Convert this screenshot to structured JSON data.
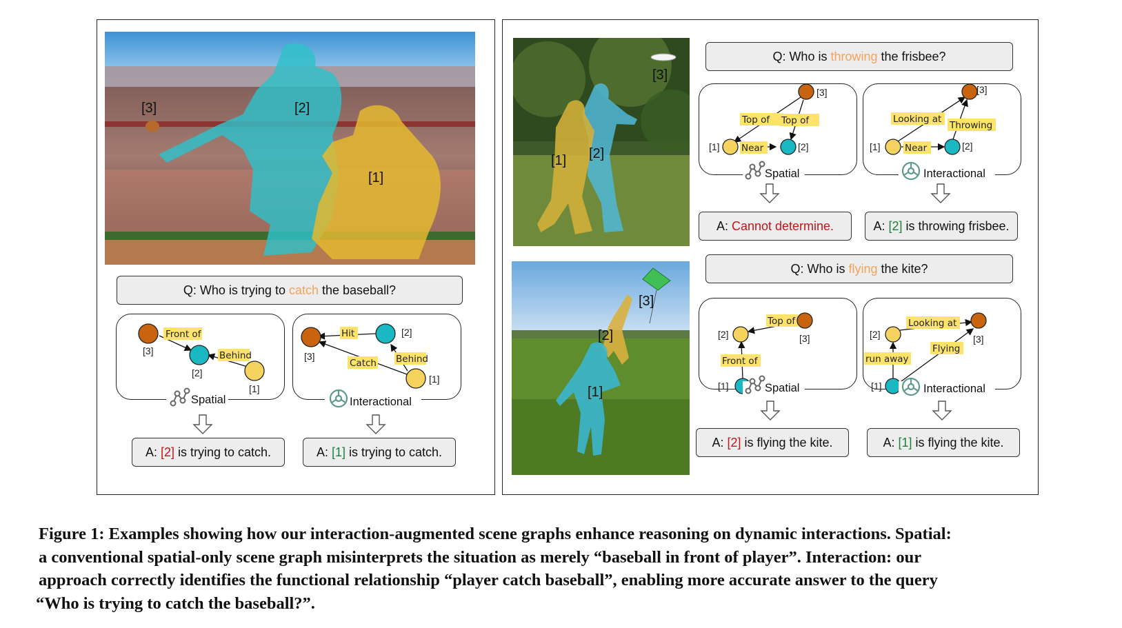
{
  "figure": {
    "left": {
      "photo_labels": [
        "[3]",
        "[2]",
        "[1]"
      ],
      "question": {
        "prefix": "Q: Who is trying to ",
        "highlight": "catch",
        "suffix": " the baseball?"
      },
      "spatial_graph": {
        "title": "Spatial",
        "edges": [
          "Front of",
          "Behind"
        ],
        "nodes": [
          "[3]",
          "[2]",
          "[1]"
        ]
      },
      "interactional_graph": {
        "title": "Interactional",
        "edges": [
          "Hit",
          "Catch",
          "Behind"
        ],
        "nodes": [
          "[3]",
          "[2]",
          "[1]"
        ]
      },
      "answers": [
        {
          "prefix": "A: ",
          "ref": "[2]",
          "suffix": " is trying to catch."
        },
        {
          "prefix": "A: ",
          "ref": "[1]",
          "suffix": " is trying to catch."
        }
      ]
    },
    "right_top": {
      "photo_labels": [
        "[3]",
        "[1]",
        "[2]"
      ],
      "question": {
        "prefix": "Q: Who is ",
        "highlight": "throwing",
        "suffix": " the frisbee?"
      },
      "spatial_graph": {
        "title": "Spatial",
        "edges": [
          "Top of",
          "Top of",
          "Near"
        ],
        "nodes": [
          "[3]",
          "[1]",
          "[2]"
        ]
      },
      "interactional_graph": {
        "title": "Interactional",
        "edges": [
          "Looking at",
          "Throwing",
          "Near"
        ],
        "nodes": [
          "[3]",
          "[1]",
          "[2]"
        ]
      },
      "answers": [
        {
          "prefix": "A: ",
          "ref": "Cannot determine.",
          "suffix": ""
        },
        {
          "prefix": "A: ",
          "ref": "[2]",
          "suffix": " is throwing frisbee."
        }
      ]
    },
    "right_bottom": {
      "photo_labels": [
        "[3]",
        "[2]",
        "[1]"
      ],
      "question": {
        "prefix": "Q: Who is ",
        "highlight": "flying",
        "suffix": " the kite?"
      },
      "spatial_graph": {
        "title": "Spatial",
        "edges": [
          "Top of",
          "Front of"
        ],
        "nodes": [
          "[2]",
          "[3]",
          "[1]"
        ]
      },
      "interactional_graph": {
        "title": "Interactional",
        "edges": [
          "Looking at",
          "Flying",
          "run away"
        ],
        "nodes": [
          "[2]",
          "[3]",
          "[1]"
        ]
      },
      "answers": [
        {
          "prefix": "A: ",
          "ref": "[2]",
          "suffix": " is flying the kite."
        },
        {
          "prefix": "A: ",
          "ref": "[1]",
          "suffix": " is flying the kite."
        }
      ]
    },
    "caption": [
      "Figure 1: Examples showing how our interaction-augmented scene graphs enhance reasoning on dynamic interactions. Spatial:",
      "a conventional spatial-only scene graph misinterprets the situation as merely “baseball in front of player”. Interaction: our",
      "approach correctly identifies the functional relationship “player catch baseball”, enabling more accurate answer to the query",
      "“Who is trying to catch the baseball?”."
    ],
    "colors": {
      "node_orange": "#c8640f",
      "node_teal": "#1ab8c2",
      "node_yellow": "#f6d35f",
      "tag_highlight": "#fde36a",
      "question_highlight": "#f3a35a",
      "wrong": "#c0161b",
      "correct": "#1e7f3a"
    },
    "icons": [
      "spatial-graph-icon",
      "interactional-graph-icon",
      "down-arrow-icon"
    ]
  }
}
